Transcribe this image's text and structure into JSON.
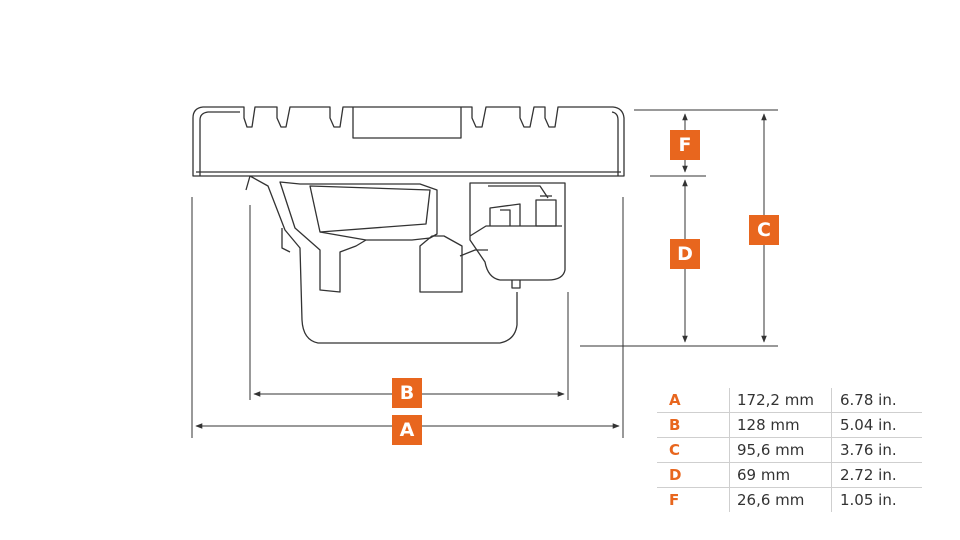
{
  "accent_color": "#e8661e",
  "line_color": "#333333",
  "badges": {
    "B": "B",
    "A": "A",
    "F": "F",
    "D": "D",
    "C": "C"
  },
  "spec_table": [
    {
      "label": "A",
      "mm": "172,2 mm",
      "inch": "6.78 in."
    },
    {
      "label": "B",
      "mm": "128 mm",
      "inch": "5.04 in."
    },
    {
      "label": "C",
      "mm": "95,6 mm",
      "inch": "3.76 in."
    },
    {
      "label": "D",
      "mm": "69 mm",
      "inch": "2.72 in."
    },
    {
      "label": "F",
      "mm": "26,6 mm",
      "inch": "1.05 in."
    }
  ]
}
